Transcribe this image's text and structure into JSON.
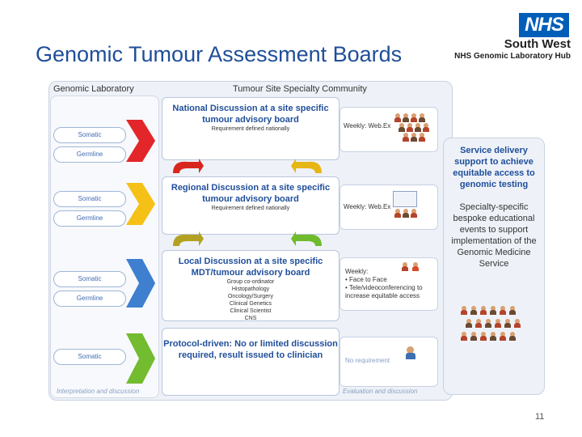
{
  "title": "Genomic Tumour Assessment Boards",
  "logo": {
    "badge": "NHS",
    "region": "South West",
    "hub": "NHS Genomic Laboratory Hub",
    "color": "#005eb8"
  },
  "headers": {
    "lab": "Genomic Laboratory",
    "community": "Tumour Site Specialty Community"
  },
  "rows": [
    {
      "pills": [
        "Somatic",
        "Germline"
      ],
      "color": "#e3262a",
      "board": "National Discussion at a site specific tumour advisory board",
      "sub": [
        "Requirement defined nationally"
      ],
      "meeting": [
        "Weekly: Web.Ex"
      ]
    },
    {
      "pills": [
        "Somatic",
        "Germline"
      ],
      "color": "#f5c116",
      "board": "Regional  Discussion at a site specific tumour advisory board",
      "sub": [
        "Requirement defined nationally"
      ],
      "meeting": [
        "Weekly: Web.Ex"
      ]
    },
    {
      "pills": [
        "Somatic",
        "Germline"
      ],
      "color": "#3e7fd0",
      "board": "Local  Discussion at a site specific MDT/tumour advisory board",
      "sub": [
        "Group co-ordinator",
        "Histopathology",
        "Oncology/Surgery",
        "Clinical Genetics",
        "Clinical Scientist",
        "CNS"
      ],
      "meeting": [
        "Weekly:",
        "Face to Face",
        "Tele/videoconferencing to increase equitable access"
      ]
    },
    {
      "pills": [
        "Somatic"
      ],
      "color": "#73bb2f",
      "board": "Protocol-driven: No or limited discussion required, result issued to clinician",
      "sub": [],
      "meeting": [
        "No requirement"
      ]
    }
  ],
  "footers": {
    "lab": "Interpretation and discussion",
    "meeting": "Evaluation and discussion"
  },
  "panel": {
    "head": "Service delivery support to achieve equitable access to genomic testing",
    "body": "Specialty-specific bespoke educational events to support implementation of the Genomic Medicine Service"
  },
  "page_number": "11"
}
